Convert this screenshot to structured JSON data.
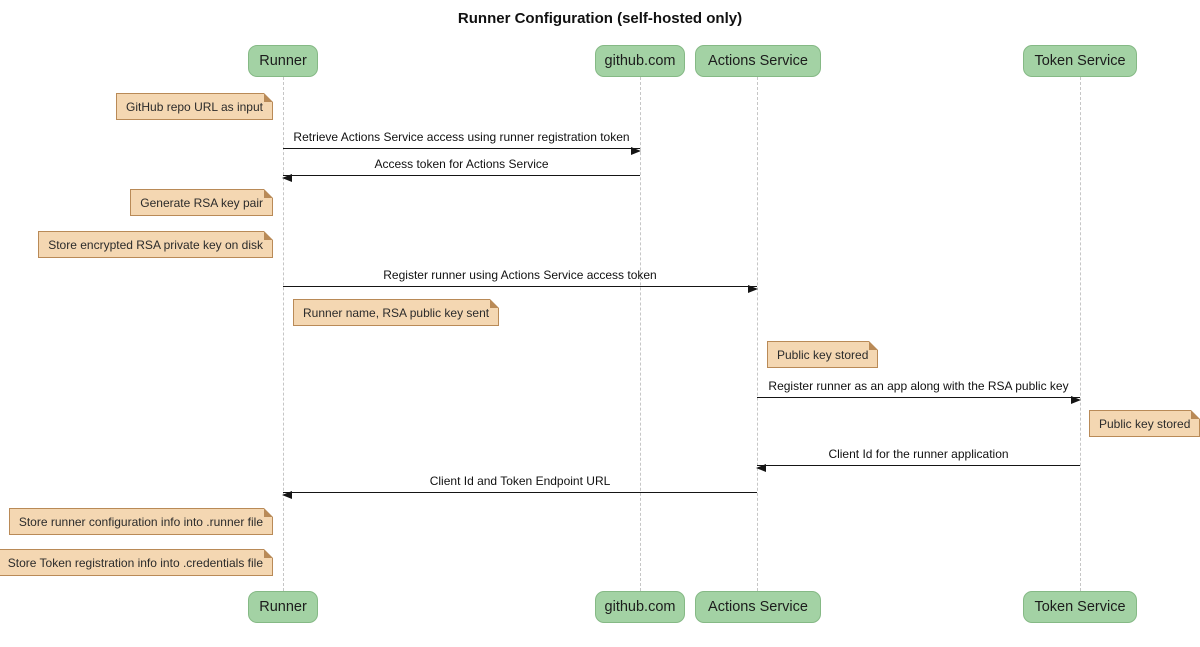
{
  "title": "Runner Configuration (self-hosted only)",
  "colors": {
    "background": "#ffffff",
    "actor_fill": "#a3d2a4",
    "actor_border": "#85b985",
    "note_fill": "#f4d7b2",
    "note_border": "#b98a57",
    "note_fold": "#e4c193",
    "lifeline": "#c6c6c6",
    "message": "#151515"
  },
  "participants": [
    {
      "label": "Runner"
    },
    {
      "label": "github.com"
    },
    {
      "label": "Actions Service"
    },
    {
      "label": "Token Service"
    }
  ],
  "messages": [
    {
      "from": "Runner",
      "to": "github.com",
      "style": "solid-arrow",
      "label": "Retrieve Actions Service access using runner registration token"
    },
    {
      "from": "github.com",
      "to": "Runner",
      "style": "solid-arrow",
      "label": "Access token for Actions Service"
    },
    {
      "from": "Runner",
      "to": "Actions Service",
      "style": "solid-arrow",
      "label": "Register runner using Actions Service access token"
    },
    {
      "from": "Actions Service",
      "to": "Token Service",
      "style": "solid-arrow",
      "label": "Register runner as an app along with the RSA public key"
    },
    {
      "from": "Token Service",
      "to": "Actions Service",
      "style": "solid-arrow",
      "label": "Client Id for the runner application"
    },
    {
      "from": "Actions Service",
      "to": "Runner",
      "style": "solid-arrow",
      "label": "Client Id and Token Endpoint URL"
    }
  ],
  "notes": [
    {
      "position": "left of Runner",
      "label": "GitHub repo URL as input"
    },
    {
      "position": "left of Runner",
      "label": "Generate RSA key pair"
    },
    {
      "position": "left of Runner",
      "label": "Store encrypted RSA private key on disk"
    },
    {
      "position": "right of Runner",
      "label": "Runner name, RSA public key sent"
    },
    {
      "position": "right of Actions Service",
      "label": "Public key stored"
    },
    {
      "position": "right of Token Service",
      "label": "Public key stored"
    },
    {
      "position": "left of Runner",
      "label": "Store runner configuration info into .runner file"
    },
    {
      "position": "left of Runner",
      "label": "Store Token registration info into .credentials file"
    }
  ]
}
